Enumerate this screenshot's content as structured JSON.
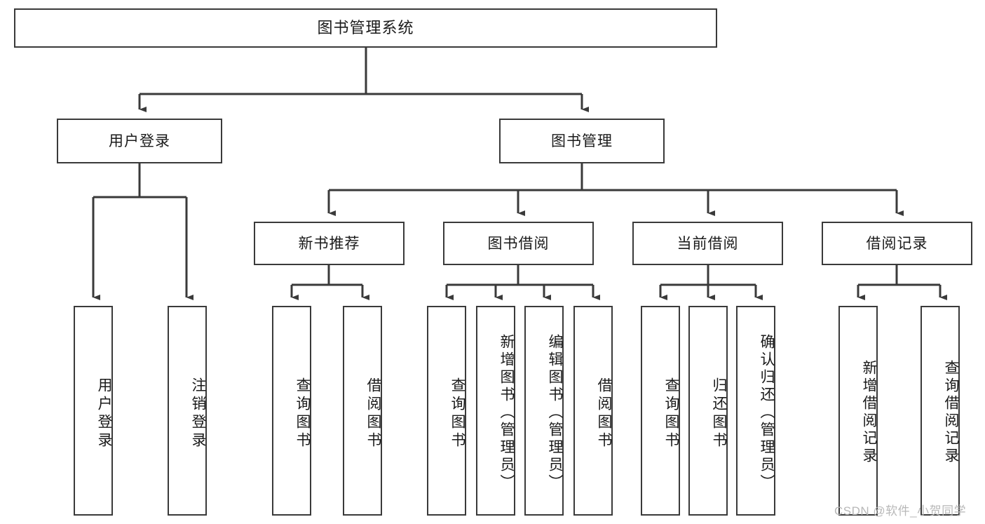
{
  "diagram": {
    "type": "tree-hierarchy-flowchart",
    "title": "图书管理系统",
    "levels": {
      "level1": [
        {
          "id": "root",
          "label": "图书管理系统",
          "orientation": "horizontal"
        }
      ],
      "level2": [
        {
          "id": "user-login",
          "label": "用户登录",
          "orientation": "horizontal"
        },
        {
          "id": "book-manage",
          "label": "图书管理",
          "orientation": "horizontal"
        }
      ],
      "level3": [
        {
          "id": "new-book-rec",
          "label": "新书推荐",
          "orientation": "horizontal"
        },
        {
          "id": "book-borrow",
          "label": "图书借阅",
          "orientation": "horizontal"
        },
        {
          "id": "current-borrow",
          "label": "当前借阅",
          "orientation": "horizontal"
        },
        {
          "id": "borrow-record",
          "label": "借阅记录",
          "orientation": "horizontal"
        }
      ],
      "level4": [
        {
          "id": "leaf-user-login",
          "label": "用户登录",
          "parent": "user-login",
          "orientation": "vertical"
        },
        {
          "id": "leaf-logout",
          "label": "注销登录",
          "parent": "user-login",
          "orientation": "vertical"
        },
        {
          "id": "leaf-query-book-1",
          "label": "查询图书",
          "parent": "new-book-rec",
          "orientation": "vertical"
        },
        {
          "id": "leaf-borrow-book-1",
          "label": "借阅图书",
          "parent": "new-book-rec",
          "orientation": "vertical"
        },
        {
          "id": "leaf-query-book-2",
          "label": "查询图书",
          "parent": "book-borrow",
          "orientation": "vertical"
        },
        {
          "id": "leaf-add-book",
          "label": "新增图书（管理员）",
          "parent": "book-borrow",
          "orientation": "vertical"
        },
        {
          "id": "leaf-edit-book",
          "label": "编辑图书（管理员）",
          "parent": "book-borrow",
          "orientation": "vertical"
        },
        {
          "id": "leaf-borrow-book-2",
          "label": "借阅图书",
          "parent": "book-borrow",
          "orientation": "vertical"
        },
        {
          "id": "leaf-query-book-3",
          "label": "查询图书",
          "parent": "current-borrow",
          "orientation": "vertical"
        },
        {
          "id": "leaf-return-book",
          "label": "归还图书",
          "parent": "current-borrow",
          "orientation": "vertical"
        },
        {
          "id": "leaf-confirm-return",
          "label": "确认归还（管理员）",
          "parent": "current-borrow",
          "orientation": "vertical"
        },
        {
          "id": "leaf-add-record",
          "label": "新增借阅记录",
          "parent": "borrow-record",
          "orientation": "vertical"
        },
        {
          "id": "leaf-query-record",
          "label": "查询借阅记录",
          "parent": "borrow-record",
          "orientation": "vertical"
        }
      ]
    },
    "colors": {
      "box_border": "#3a3a3a",
      "box_fill": "#ffffff",
      "connector": "#3a3a3a",
      "text": "#1a1a1a",
      "watermark": "#b8b8b8",
      "background": "#ffffff"
    }
  },
  "watermark": {
    "text": "CSDN @软件_小贺同学"
  }
}
